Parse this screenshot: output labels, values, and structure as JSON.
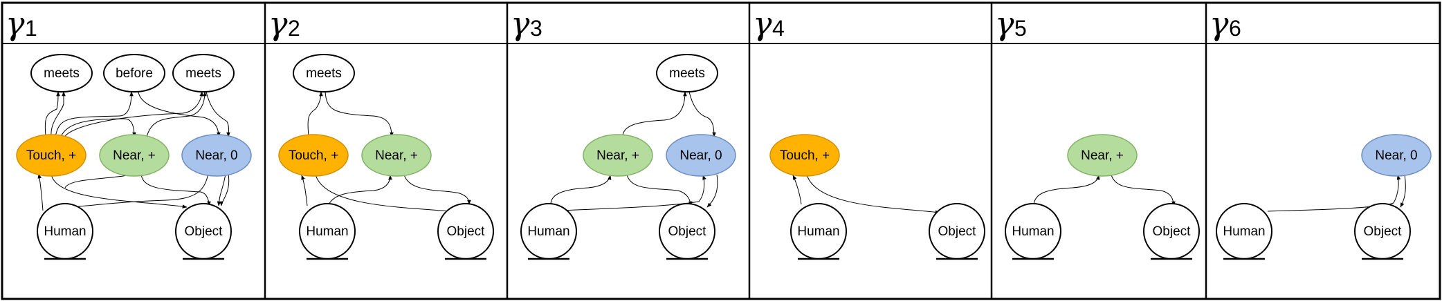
{
  "panels": [
    {
      "gamma": "γ",
      "sub": "1",
      "nodes": {
        "meets_a": "meets",
        "before": "before",
        "meets_b": "meets",
        "touch": "Touch, +",
        "near_plus": "Near, +",
        "near_zero": "Near, 0",
        "human": "Human",
        "object": "Object"
      }
    },
    {
      "gamma": "γ",
      "sub": "2",
      "nodes": {
        "meets": "meets",
        "touch": "Touch, +",
        "near_plus": "Near, +",
        "human": "Human",
        "object": "Object"
      }
    },
    {
      "gamma": "γ",
      "sub": "3",
      "nodes": {
        "meets": "meets",
        "near_plus": "Near, +",
        "near_zero": "Near, 0",
        "human": "Human",
        "object": "Object"
      }
    },
    {
      "gamma": "γ",
      "sub": "4",
      "nodes": {
        "touch": "Touch, +",
        "human": "Human",
        "object": "Object"
      }
    },
    {
      "gamma": "γ",
      "sub": "5",
      "nodes": {
        "near_plus": "Near, +",
        "human": "Human",
        "object": "Object"
      }
    },
    {
      "gamma": "γ",
      "sub": "6",
      "nodes": {
        "near_zero": "Near, 0",
        "human": "Human",
        "object": "Object"
      }
    }
  ],
  "colors": {
    "touch_fill": "#ffb300",
    "touch_stroke": "#d68f00",
    "near_plus_fill": "#b4dc9c",
    "near_plus_stroke": "#82b366",
    "near_zero_fill": "#a8c4ec",
    "near_zero_stroke": "#6c8ebf",
    "line": "#000000"
  }
}
